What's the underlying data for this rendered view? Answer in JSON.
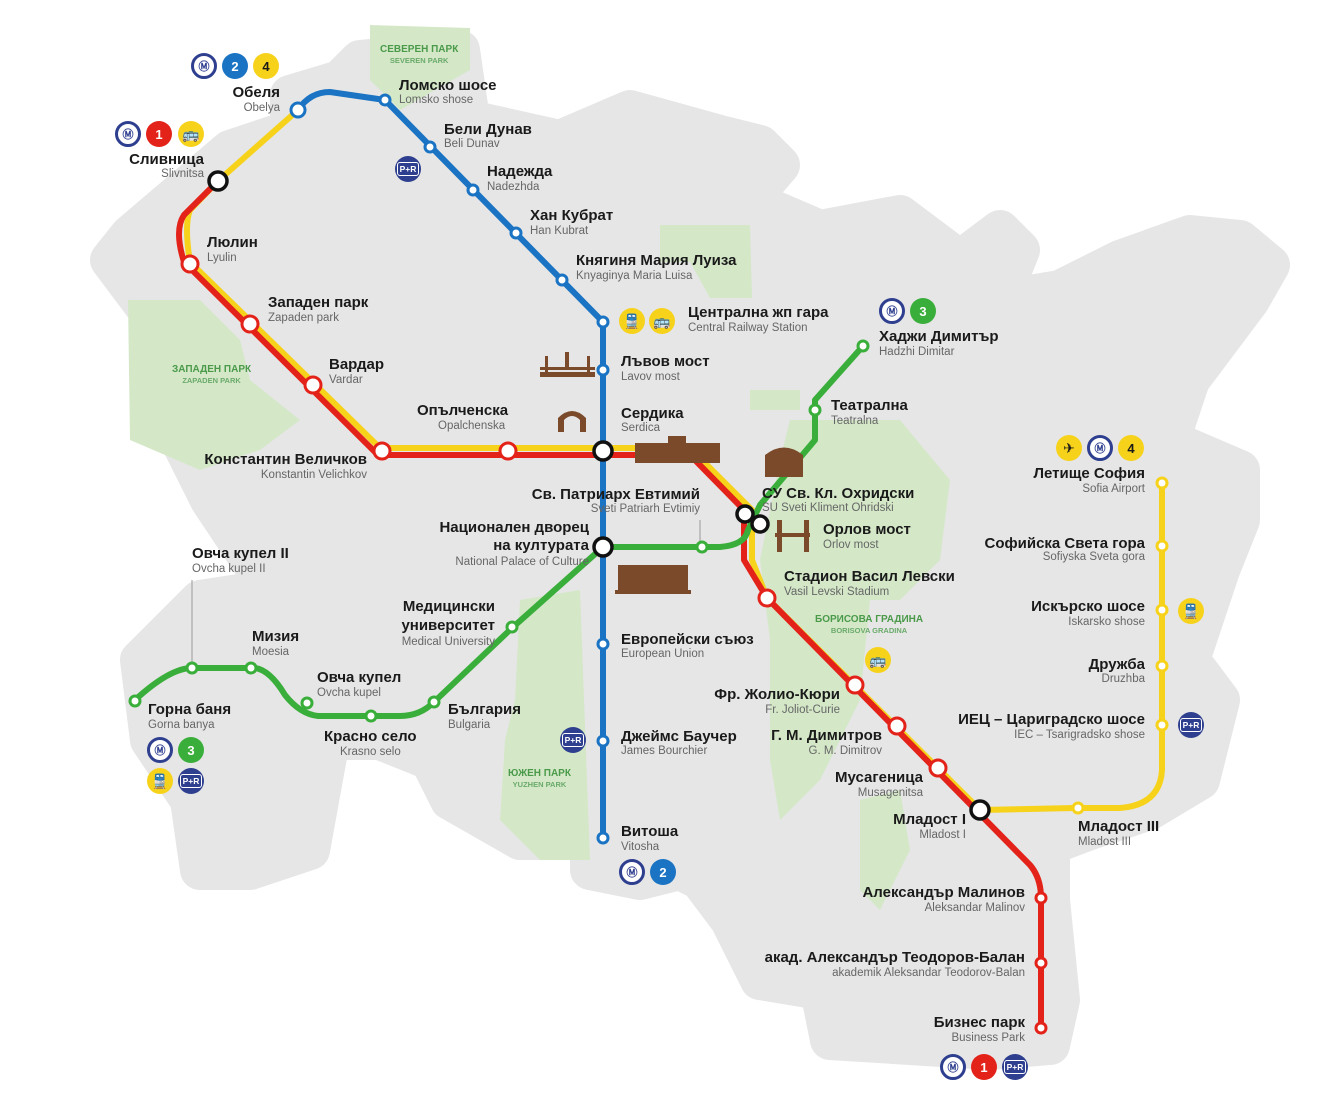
{
  "colors": {
    "line1": "#e32219",
    "line2": "#1a73c3",
    "line3": "#3aae3a",
    "line4": "#f7d21b",
    "city": "#e6e6e6",
    "park": "#d4e8c8",
    "metro_badge": "#2e3f8f",
    "landmark": "#7a4a2a"
  },
  "badges": {
    "line1": "1",
    "line2": "2",
    "line3": "3",
    "line4": "4",
    "park_ride": "P+R",
    "metro_icon": "metro-logo-icon",
    "train_icon": "train-icon",
    "bus_icon": "bus-icon",
    "plane_icon": "plane-icon"
  },
  "parks": {
    "severen": {
      "name": "СЕВЕРЕН ПАРК",
      "latin": "SEVEREN PARK"
    },
    "zapaden": {
      "name": "ЗАПАДЕН ПАРК",
      "latin": "ZAPADEN PARK"
    },
    "borisova": {
      "name": "БОРИСОВА ГРАДИНА",
      "latin": "BORISOVA GRADINA"
    },
    "yuzhen": {
      "name": "ЮЖЕН ПАРК",
      "latin": "YUZHEN PARK"
    }
  },
  "stations": {
    "obelya": {
      "name": "Обеля",
      "latin": "Obelya"
    },
    "lomsko": {
      "name": "Ломско шосе",
      "latin": "Lomsko shose"
    },
    "beli_dunav": {
      "name": "Бели Дунав",
      "latin": "Beli Dunav"
    },
    "nadezhda": {
      "name": "Надежда",
      "latin": "Nadezhda"
    },
    "han_kubrat": {
      "name": "Хан Кубрат",
      "latin": "Han Kubrat"
    },
    "maria_luiza": {
      "name": "Княгиня Мария Луиза",
      "latin": "Knyaginya Maria Luisa"
    },
    "central_railway": {
      "name": "Централна жп гара",
      "latin": "Central Railway Station"
    },
    "lavov_most": {
      "name": "Лъвов мост",
      "latin": "Lavov most"
    },
    "serdika": {
      "name": "Сердика",
      "latin": "Serdica"
    },
    "evtimiy": {
      "name": "Св. Патриарх Евтимий",
      "latin": "Sveti Patriarh Evtimiy"
    },
    "ndk_line1": "Национален дворец",
    "ndk_line2": "на културата",
    "ndk_latin": "National Palace of Culture",
    "european_union": {
      "name": "Европейски съюз",
      "latin": "European Union"
    },
    "james_bourchier": {
      "name": "Джеймс Баучер",
      "latin": "James Bourchier"
    },
    "vitosha": {
      "name": "Витоша",
      "latin": "Vitosha"
    },
    "slivnitsa": {
      "name": "Сливница",
      "latin": "Slivnitsa"
    },
    "lyulin": {
      "name": "Люлин",
      "latin": "Lyulin"
    },
    "zapaden_park": {
      "name": "Западен парк",
      "latin": "Zapaden park"
    },
    "vardar": {
      "name": "Вардар",
      "latin": "Vardar"
    },
    "opalchenska": {
      "name": "Опълченска",
      "latin": "Opalchenska"
    },
    "velichkov": {
      "name": "Константин Величков",
      "latin": "Konstantin Velichkov"
    },
    "hadzhi_dimitar": {
      "name": "Хаджи Димитър",
      "latin": "Hadzhi Dimitar"
    },
    "teatralna": {
      "name": "Театрална",
      "latin": "Teatralna"
    },
    "su": {
      "name": "СУ Св. Кл. Охридски",
      "latin": "SU Sveti Kliment Ohridski"
    },
    "orlov_most": {
      "name": "Орлов мост",
      "latin": "Orlov most"
    },
    "stadium": {
      "name": "Стадион Васил Левски",
      "latin": "Vasil Levski Stadium"
    },
    "joliot_curie": {
      "name": "Фр. Жолио-Кюри",
      "latin": "Fr. Joliot-Curie"
    },
    "dimitrov": {
      "name": "Г. М. Димитров",
      "latin": "G. M. Dimitrov"
    },
    "musagenitsa": {
      "name": "Мусагеница",
      "latin": "Musagenitsa"
    },
    "mladost1": {
      "name": "Младост I",
      "latin": "Mladost I"
    },
    "malinov": {
      "name": "Александър Малинов",
      "latin": "Aleksandar Malinov"
    },
    "teodorov_balan": {
      "name": "акад. Александър Теодоров-Балан",
      "latin": "akademik Aleksandar Teodorov-Balan"
    },
    "business_park": {
      "name": "Бизнес парк",
      "latin": "Business Park"
    },
    "airport": {
      "name": "Летище София",
      "latin": "Sofia Airport"
    },
    "sveta_gora": {
      "name": "Софийска Света гора",
      "latin": "Sofiyska Sveta gora"
    },
    "iskarsko": {
      "name": "Искърско шосе",
      "latin": "Iskarsko shose"
    },
    "druzhba": {
      "name": "Дружба",
      "latin": "Druzhba"
    },
    "iec": {
      "name": "ИЕЦ – Цариградско шосе",
      "latin": "IEC – Tsarigradsko shose"
    },
    "mladost3": {
      "name": "Младост III",
      "latin": "Mladost III"
    },
    "ovcha_kupel2": {
      "name": "Овча купел II",
      "latin": "Ovcha kupel II"
    },
    "moesia": {
      "name": "Мизия",
      "latin": "Moesia"
    },
    "ovcha_kupel": {
      "name": "Овча купел",
      "latin": "Ovcha kupel"
    },
    "krasno_selo": {
      "name": "Красно село",
      "latin": "Krasno selo"
    },
    "gorna_banya": {
      "name": "Горна баня",
      "latin": "Gorna banya"
    },
    "bulgaria": {
      "name": "България",
      "latin": "Bulgaria"
    },
    "med_uni_line1": "Медицински",
    "med_uni_line2": "университет",
    "med_uni_latin": "Medical University"
  }
}
